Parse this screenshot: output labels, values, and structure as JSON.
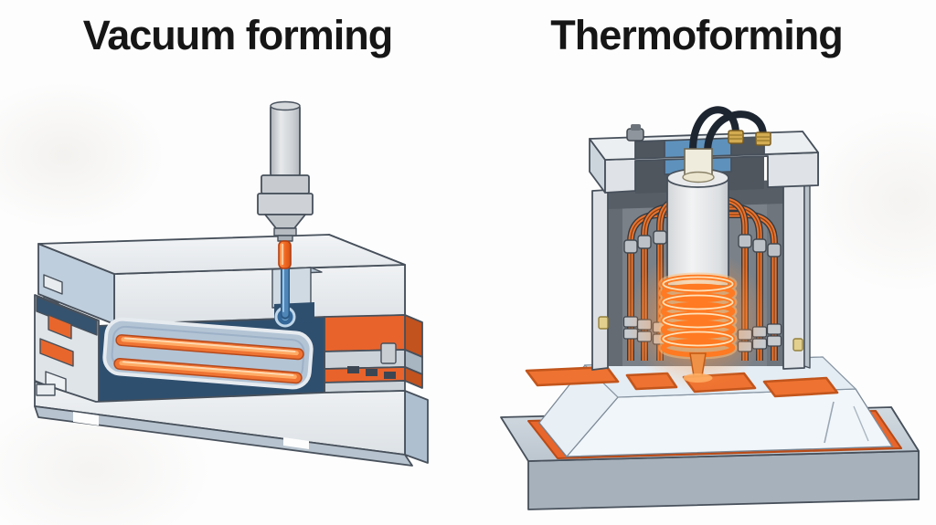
{
  "figure": {
    "type": "process-comparison-illustration",
    "panels": {
      "vacuum_forming": {
        "title": "Vacuum forming"
      },
      "thermoforming": {
        "title": "Thermoforming"
      }
    }
  },
  "colors": {
    "background": "#fdfdfd",
    "title": "#161616",
    "outline": "#47505b",
    "steelLight": "#e9ecef",
    "steelMid": "#c6ccd2",
    "steelBlue": "#aebfd0",
    "navy": "#2f4f6e",
    "chamber": "#b3c4d5",
    "orange": "#e8632b",
    "orangeDeep": "#c2521e",
    "rodCore": "#ffab66",
    "glow": "#ffc27d",
    "tubeOrange": "#e9742f",
    "interiorGray": "#7a8189",
    "cable": "#1d2531",
    "brass": "#d2ab52",
    "panelBlue": "#5e92bd",
    "trayIce": "#eaf1f7",
    "baseGray": "#c6cfd7",
    "cream": "#f0ecdd"
  }
}
